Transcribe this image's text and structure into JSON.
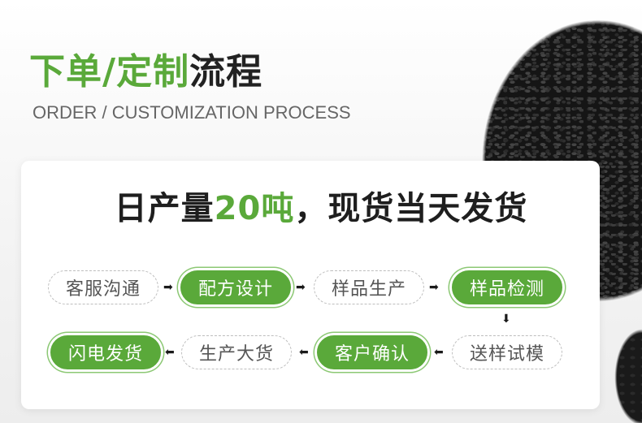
{
  "header": {
    "title_green": "下单/定制",
    "title_dark": "流程",
    "subtitle": "ORDER / CUSTOMIZATION PROCESS"
  },
  "banner": {
    "text_before": "日产量",
    "highlight": "20吨",
    "text_after": "，现货当天发货"
  },
  "process": {
    "row1": [
      {
        "label": "客服沟通",
        "highlighted": false
      },
      {
        "label": "配方设计",
        "highlighted": true
      },
      {
        "label": "样品生产",
        "highlighted": false
      },
      {
        "label": "样品检测",
        "highlighted": true
      }
    ],
    "row2": [
      {
        "label": "闪电发货",
        "highlighted": true
      },
      {
        "label": "生产大货",
        "highlighted": false
      },
      {
        "label": "客户确认",
        "highlighted": true
      },
      {
        "label": "送样试模",
        "highlighted": false
      }
    ],
    "arrows": {
      "right": "➡",
      "down": "⬇",
      "left": "⬅"
    }
  },
  "colors": {
    "accent": "#5aa93a",
    "text_dark": "#222222",
    "text_gray": "#666666"
  }
}
